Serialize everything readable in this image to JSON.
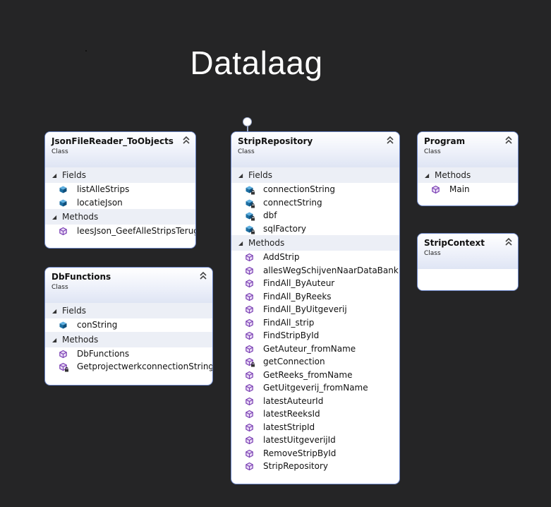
{
  "title": "Datalaag",
  "classes": {
    "json": {
      "name": "JsonFileReader_ToObjects",
      "kind": "Class",
      "fields_label": "Fields",
      "fields": [
        "listAlleStrips",
        "locatieJson"
      ],
      "methods_label": "Methods",
      "methods": [
        "leesJson_GeefAlleStripsTerug"
      ]
    },
    "db": {
      "name": "DbFunctions",
      "kind": "Class",
      "fields_label": "Fields",
      "fields": [
        "conString"
      ],
      "methods_label": "Methods",
      "methods": [
        "DbFunctions",
        "GetprojectwerkconnectionString"
      ]
    },
    "strip": {
      "name": "StripRepository",
      "kind": "Class",
      "fields_label": "Fields",
      "fields": [
        "connectionString",
        "connectString",
        "dbf",
        "sqlFactory"
      ],
      "methods_label": "Methods",
      "methods": [
        "AddStrip",
        "allesWegSchijvenNaarDataBank",
        "FindAll_ByAuteur",
        "FindAll_ByReeks",
        "FindAll_ByUitgeverij",
        "FindAll_strip",
        "FindStripById",
        "GetAuteur_fromName",
        "getConnection",
        "GetReeks_fromName",
        "GetUitgeverij_fromName",
        "latestAuteurId",
        "latestReeksId",
        "latestStripId",
        "latestUitgeverijId",
        "RemoveStripById",
        "StripRepository"
      ]
    },
    "program": {
      "name": "Program",
      "kind": "Class",
      "methods_label": "Methods",
      "methods": [
        "Main"
      ]
    },
    "context": {
      "name": "StripContext",
      "kind": "Class"
    }
  },
  "colors": {
    "background": "#252526",
    "border": "#6b85c6",
    "field_icon": "#1c6fa3",
    "method_icon": "#8a4bbf"
  }
}
